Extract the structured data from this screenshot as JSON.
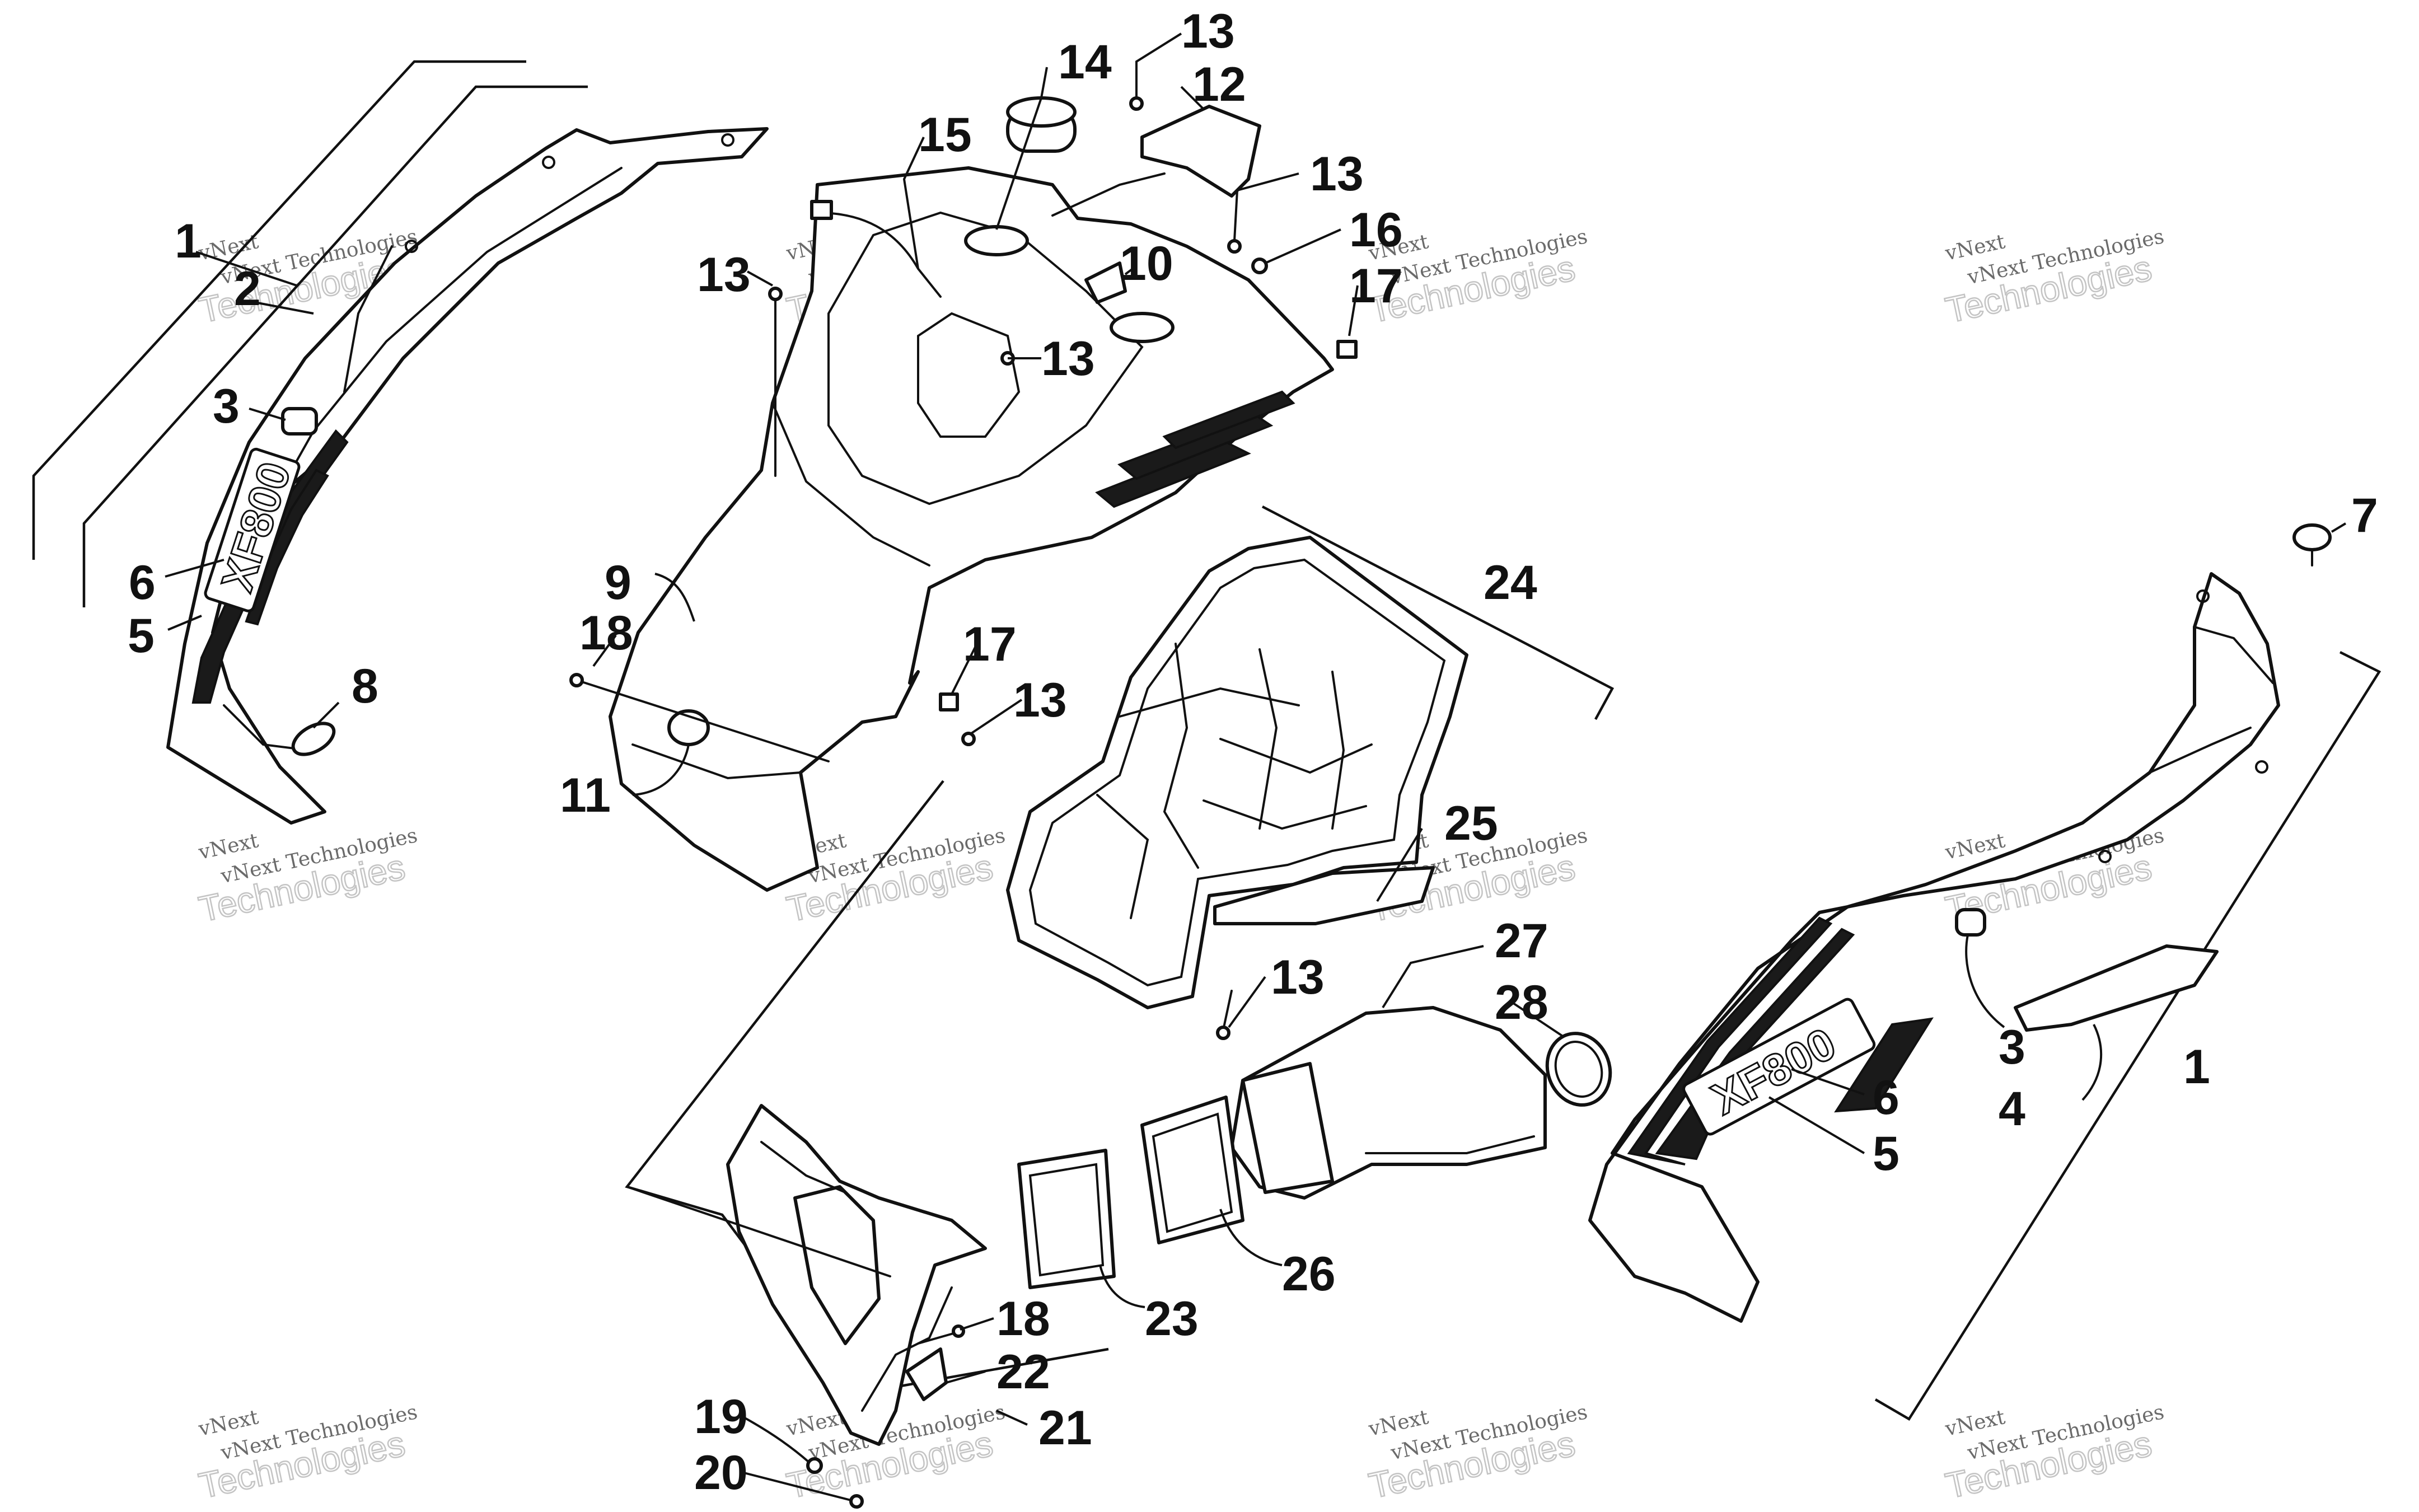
{
  "watermark": {
    "line1": "vNext Technologies",
    "line2": "Technologies",
    "small": "vNext"
  },
  "decal_text": {
    "left": "XF800",
    "right": "XF800"
  },
  "callouts": [
    {
      "id": "c1a",
      "label": "1"
    },
    {
      "id": "c2",
      "label": "2"
    },
    {
      "id": "c3a",
      "label": "3"
    },
    {
      "id": "c6a",
      "label": "6"
    },
    {
      "id": "c5a",
      "label": "5"
    },
    {
      "id": "c8",
      "label": "8"
    },
    {
      "id": "c9",
      "label": "9"
    },
    {
      "id": "c18a",
      "label": "18"
    },
    {
      "id": "c11",
      "label": "11"
    },
    {
      "id": "c13a",
      "label": "13"
    },
    {
      "id": "c15",
      "label": "15"
    },
    {
      "id": "c14",
      "label": "14"
    },
    {
      "id": "c13b",
      "label": "13"
    },
    {
      "id": "c12",
      "label": "12"
    },
    {
      "id": "c10",
      "label": "10"
    },
    {
      "id": "c13c",
      "label": "13"
    },
    {
      "id": "c13d",
      "label": "13"
    },
    {
      "id": "c16",
      "label": "16"
    },
    {
      "id": "c17a",
      "label": "17"
    },
    {
      "id": "c17b",
      "label": "17"
    },
    {
      "id": "c13e",
      "label": "13"
    },
    {
      "id": "c24",
      "label": "24"
    },
    {
      "id": "c25",
      "label": "25"
    },
    {
      "id": "c13f",
      "label": "13"
    },
    {
      "id": "c27",
      "label": "27"
    },
    {
      "id": "c28",
      "label": "28"
    },
    {
      "id": "c26",
      "label": "26"
    },
    {
      "id": "c23",
      "label": "23"
    },
    {
      "id": "c18b",
      "label": "18"
    },
    {
      "id": "c22",
      "label": "22"
    },
    {
      "id": "c21",
      "label": "21"
    },
    {
      "id": "c19",
      "label": "19"
    },
    {
      "id": "c20",
      "label": "20"
    },
    {
      "id": "c7",
      "label": "7"
    },
    {
      "id": "c3b",
      "label": "3"
    },
    {
      "id": "c4",
      "label": "4"
    },
    {
      "id": "c1b",
      "label": "1"
    },
    {
      "id": "c6b",
      "label": "6"
    },
    {
      "id": "c5b",
      "label": "5"
    }
  ]
}
